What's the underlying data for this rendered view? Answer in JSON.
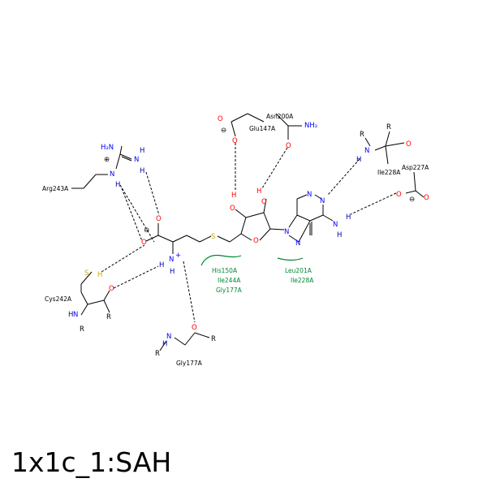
{
  "title": "1x1c_1:SAH",
  "colors": {
    "O": "#ff0000",
    "N": "#0000ff",
    "S": "#ccaa00",
    "C": "#000000",
    "H": "#0000aa",
    "hydrophobic": "#008833"
  },
  "atom_labels": {
    "o_sah1": "O",
    "o_sah2": "O",
    "neg_sah": "⊖",
    "nh3": "N",
    "nh3_plus": "+",
    "h_n1": "H",
    "h_n2": "H",
    "s_sah": "S",
    "o_ring": "O",
    "o_2": "O",
    "h_o2": "H",
    "o_3": "O",
    "h_o3": "H",
    "n9": "N",
    "n7": "N",
    "n3": "N",
    "n1": "N",
    "n6": "N",
    "h_n6": "H",
    "h_n6b": "H",
    "h2n_arg": "H₂N",
    "plus_arg": "⊕",
    "n_arg1": "N",
    "h_arg1": "H",
    "n_arg2": "N",
    "h_arg2": "H",
    "h_arg3": "H",
    "h_arg4": "H",
    "o_glu1": "O",
    "o_glu2": "O",
    "neg_glu": "⊖",
    "o_asn": "O",
    "nh2_asn": "NH₂",
    "r_ile": "R",
    "n_ile": "N",
    "h_ile": "H",
    "o_ile": "O",
    "r_ile2": "R",
    "o_asp1": "O",
    "o_asp2": "O",
    "neg_asp": "⊖",
    "s_cys": "S",
    "h_cys": "H",
    "o_cys": "O",
    "n_cys": "N",
    "h_cys_n": "H",
    "r_cys1": "R",
    "r_cys2": "R",
    "n_gly": "N",
    "h_gly": "H",
    "r_gly1": "R",
    "o_gly": "O",
    "r_gly2": "R"
  },
  "residues": {
    "arg243": "Arg243A",
    "glu147": "Glu147A",
    "asn200": "Asn200A",
    "ile228_hb": "Ile228A",
    "asp227": "Asp227A",
    "cys242": "Cys242A",
    "gly177_hb": "Gly177A"
  },
  "hydrophobic_contacts": {
    "his150": "His150A",
    "ile244": "Ile244A",
    "gly177": "Gly177A",
    "leu201": "Leu201A",
    "ile228": "Ile228A"
  }
}
